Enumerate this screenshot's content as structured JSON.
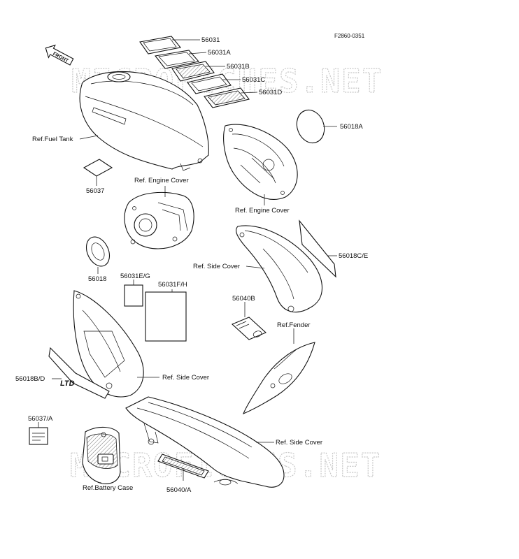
{
  "figure_code": "F2860-0351",
  "front_tag": "FRONT",
  "watermark": "MICROFICHES.NET",
  "callouts": {
    "p56031": "56031",
    "p56031A": "56031A",
    "p56031B": "56031B",
    "p56031C": "56031C",
    "p56031D": "56031D",
    "p56018A": "56018A",
    "ref_fuel_tank": "Ref.Fuel Tank",
    "p56037": "56037",
    "ref_engine_cover_1": "Ref. Engine Cover",
    "ref_engine_cover_2": "Ref. Engine Cover",
    "p56018CE": "56018C/E",
    "ref_side_cover_1": "Ref. Side Cover",
    "p56018": "56018",
    "p56031EG": "56031E/G",
    "p56031FH": "56031F/H",
    "p56040B": "56040B",
    "ref_fender": "Ref.Fender",
    "p56018BD": "56018B/D",
    "ref_side_cover_2": "Ref. Side Cover",
    "p56037A": "56037/A",
    "ref_side_cover_3": "Ref. Side Cover",
    "ref_battery_case": "Ref.Battery Case",
    "p56040A": "56040/A"
  },
  "colors": {
    "line": "#111111",
    "watermark_outline": "#c8c8c8",
    "background": "#ffffff"
  }
}
